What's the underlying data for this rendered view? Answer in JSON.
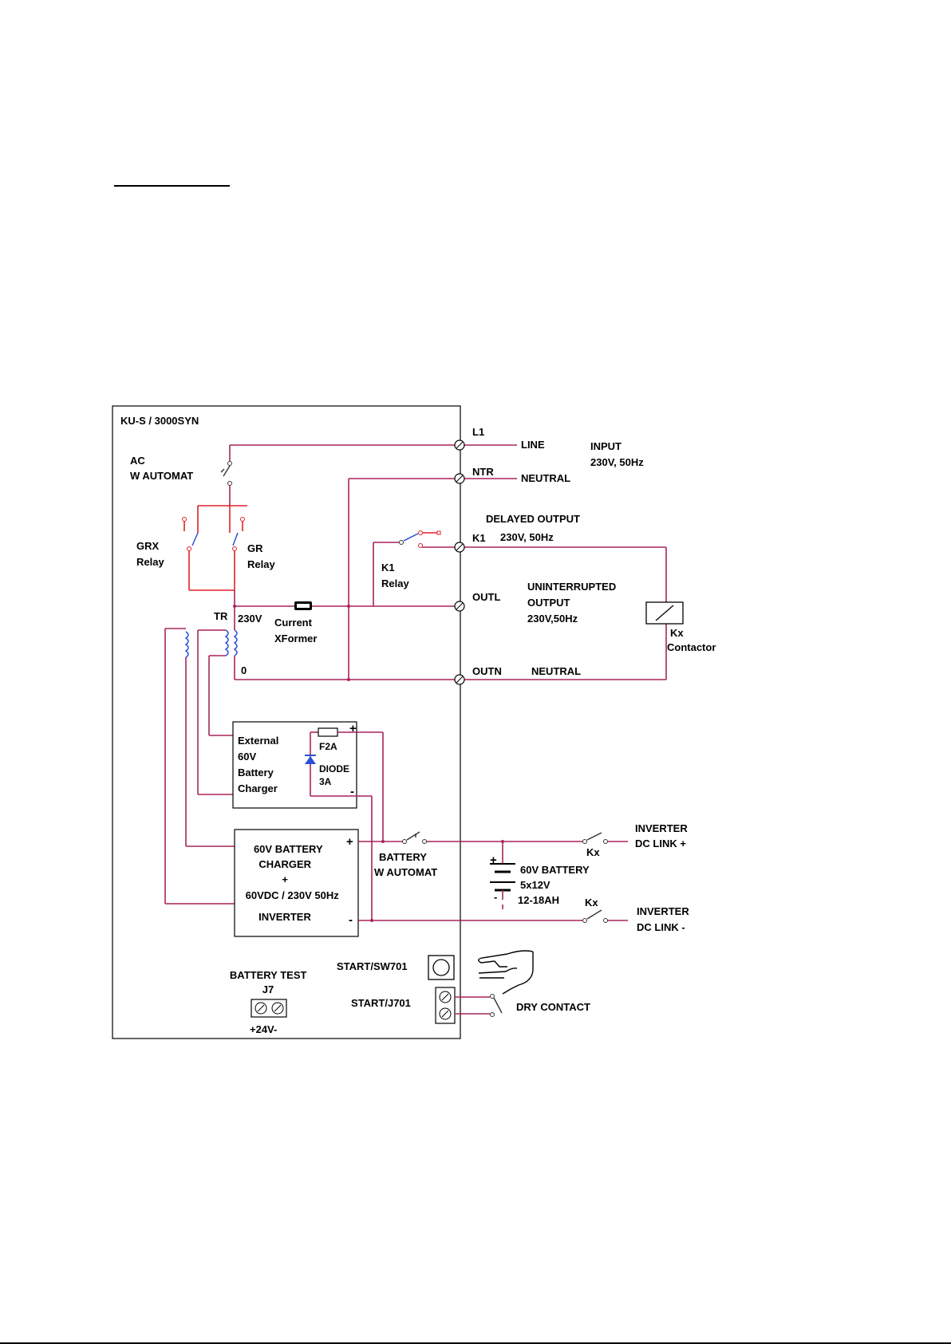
{
  "diagram": {
    "title": "KU-S / 3000SYN",
    "labels": {
      "ac_automat": [
        "AC",
        "W AUTOMAT"
      ],
      "grx_relay": [
        "GRX",
        "Relay"
      ],
      "gr_relay": [
        "GR",
        "Relay"
      ],
      "k1_relay": [
        "K1",
        "Relay"
      ],
      "tr": "TR",
      "v230": "230V",
      "zero": "0",
      "current_xformer": [
        "Current",
        "XFormer"
      ],
      "l1": "L1",
      "ntr": "NTR",
      "k1": "K1",
      "outl": "OUTL",
      "outn": "OUTN",
      "line": "LINE",
      "neutral_in": "NEUTRAL",
      "input": [
        "INPUT",
        "230V, 50Hz"
      ],
      "delayed_output": "DELAYED OUTPUT",
      "delayed_spec": "230V, 50Hz",
      "uninterrupted_output": [
        "UNINTERRUPTED",
        "OUTPUT",
        "230V,50Hz"
      ],
      "kx_contactor": [
        "Kx",
        "Contactor"
      ],
      "neutral_out": "NEUTRAL",
      "ext_charger": [
        "External",
        "60V",
        "Battery",
        "Charger"
      ],
      "f2a": "F2A",
      "diode": [
        "DIODE",
        "3A"
      ],
      "plus": "+",
      "minus": "-",
      "charger_inverter": [
        "60V BATTERY",
        "CHARGER",
        "+",
        "60VDC / 230V 50Hz",
        "INVERTER"
      ],
      "battery_automat": [
        "BATTERY",
        "W AUTOMAT"
      ],
      "battery": [
        "60V BATTERY",
        "5x12V",
        "12-18AH"
      ],
      "kx": "Kx",
      "dc_link_plus": [
        "INVERTER",
        "DC LINK +"
      ],
      "dc_link_minus": [
        "INVERTER",
        "DC LINK -"
      ],
      "start_sw701": "START/SW701",
      "start_j701": "START/J701",
      "dry_contact": "DRY CONTACT",
      "battery_test": [
        "BATTERY TEST",
        "J7"
      ],
      "v24": "+24V-"
    }
  }
}
